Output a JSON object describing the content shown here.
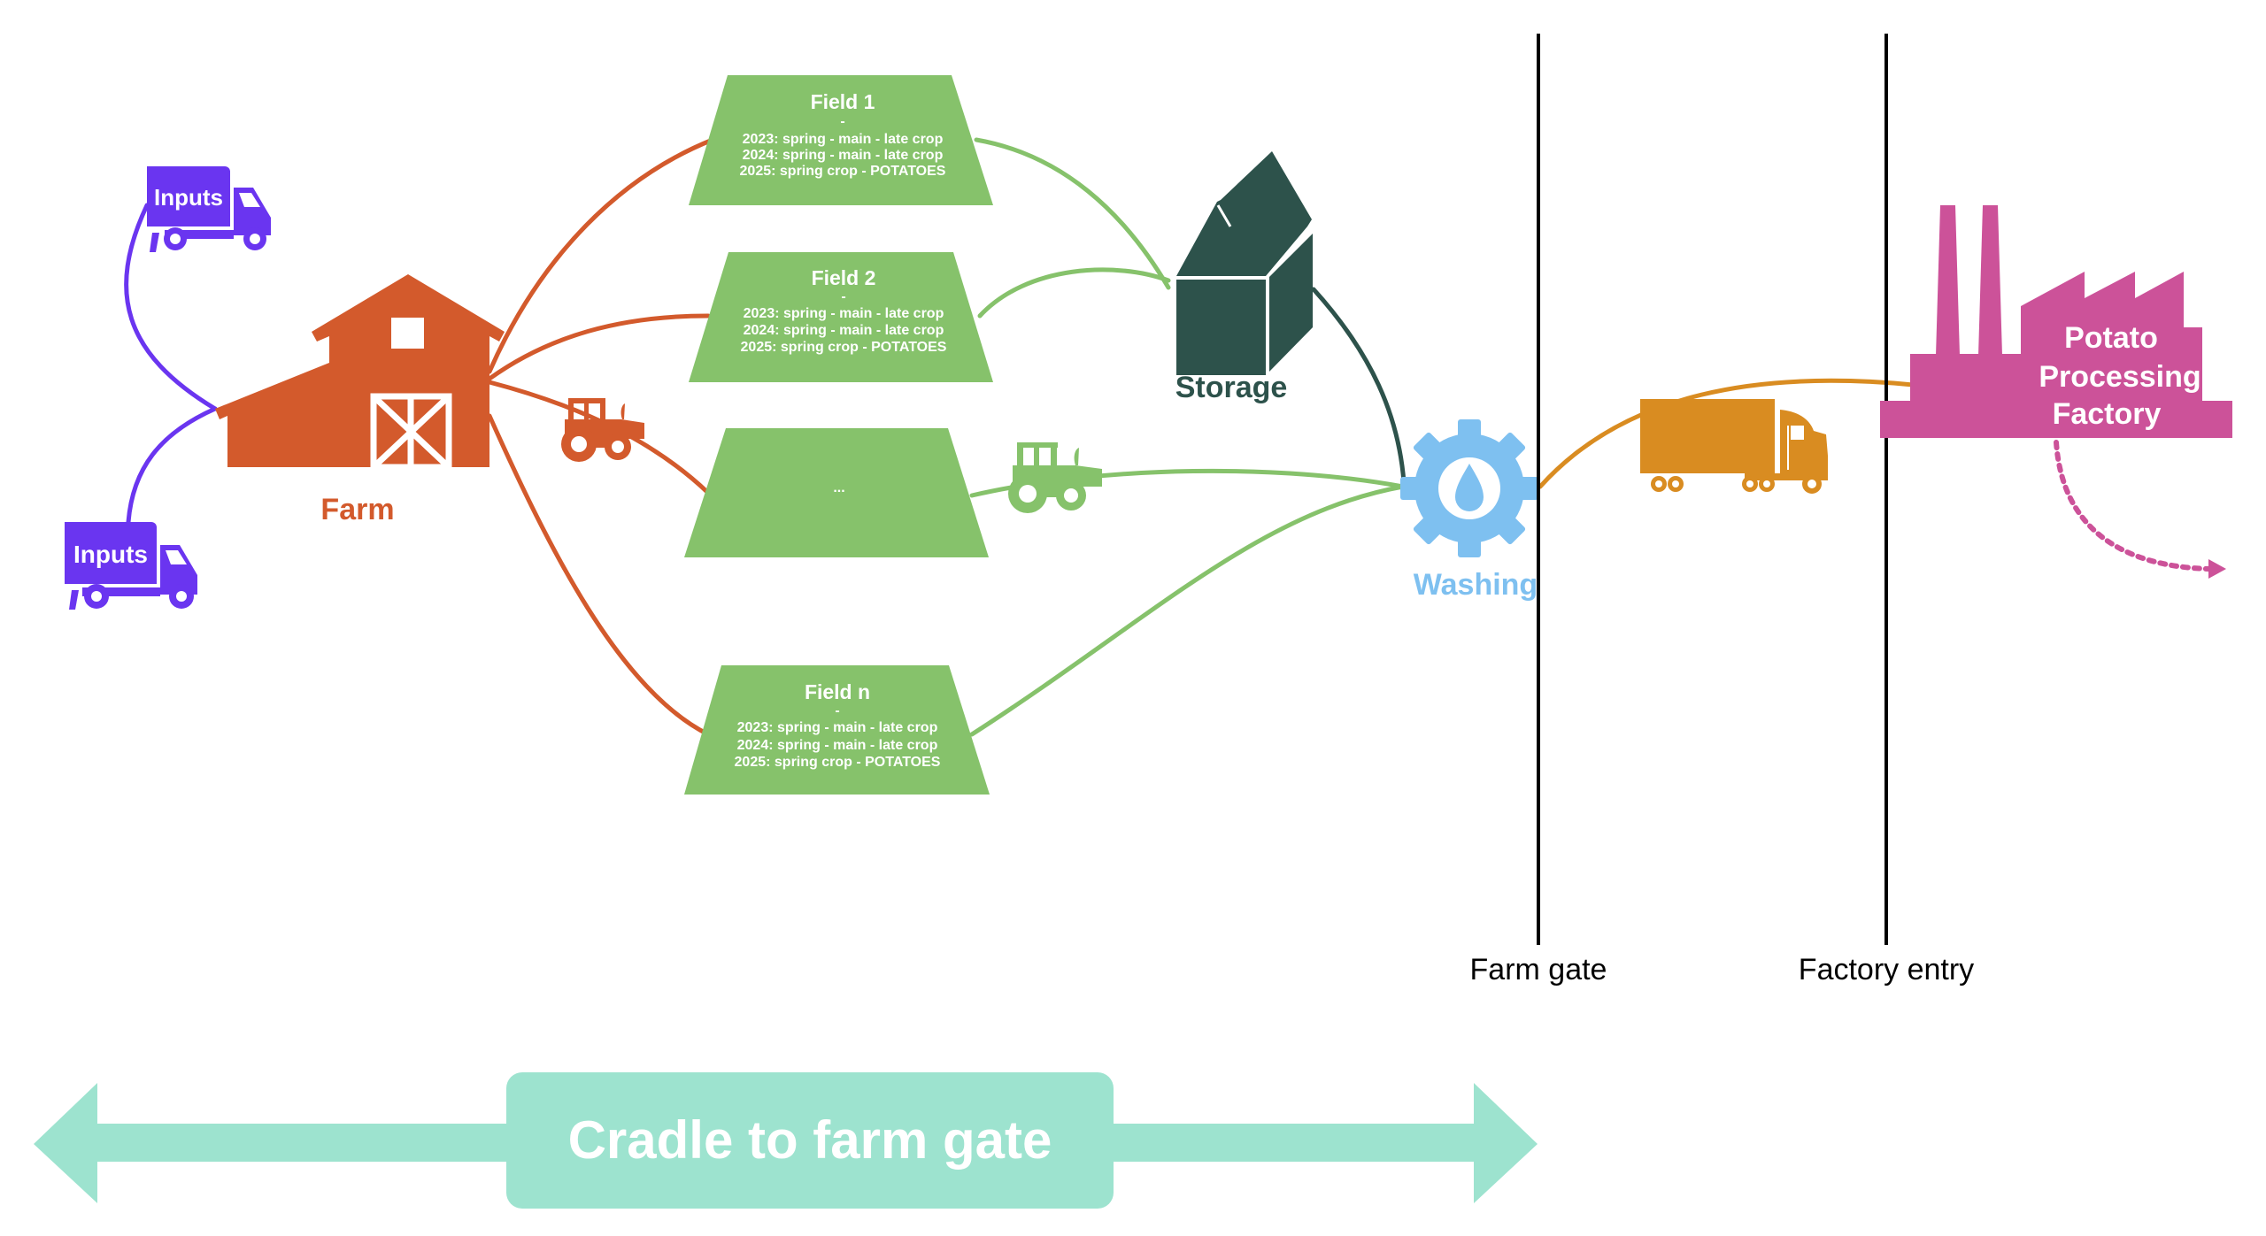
{
  "colors": {
    "farm": "#d35a2c",
    "inputs": "#6a35f0",
    "field": "#86c26b",
    "field_text": "#ffffff",
    "storage": "#2d524b",
    "washing": "#7ec0f0",
    "transport": "#d98c21",
    "factory": "#cc5299",
    "gate_line": "#000000",
    "scope_arrow": "#9de3cf",
    "scope_text": "#ffffff"
  },
  "inputs": [
    {
      "label": "Inputs"
    },
    {
      "label": "Inputs"
    }
  ],
  "farm": {
    "label": "Farm"
  },
  "fields": [
    {
      "title": "Field 1",
      "separator": "-",
      "lines": [
        "2023: spring - main - late crop",
        "2024: spring - main - late  crop",
        "2025: spring crop - POTATOES"
      ]
    },
    {
      "title": "Field 2",
      "separator": "-",
      "lines": [
        "2023: spring - main - late crop",
        "2024: spring - main - late  crop",
        "2025: spring crop - POTATOES"
      ]
    },
    {
      "title": "...",
      "separator": "",
      "lines": []
    },
    {
      "title": "Field n",
      "separator": "-",
      "lines": [
        "2023: spring - main - late crop",
        "2024: spring - main - late  crop",
        "2025: spring crop - POTATOES"
      ]
    }
  ],
  "storage": {
    "label": "Storage"
  },
  "washing": {
    "label": "Washing"
  },
  "factory": {
    "label_lines": [
      "Potato",
      "Processing",
      "Factory"
    ]
  },
  "boundaries": [
    {
      "label": "Farm gate"
    },
    {
      "label": "Factory entry"
    }
  ],
  "scope": {
    "label": "Cradle to farm gate"
  },
  "icons": {
    "inputs_truck": "delivery-truck-icon",
    "farm": "barn-icon",
    "tractor": "tractor-icon",
    "storage": "storage-box-icon",
    "washing": "gear-water-drop-icon",
    "transport": "semi-truck-icon",
    "factory": "factory-icon"
  }
}
